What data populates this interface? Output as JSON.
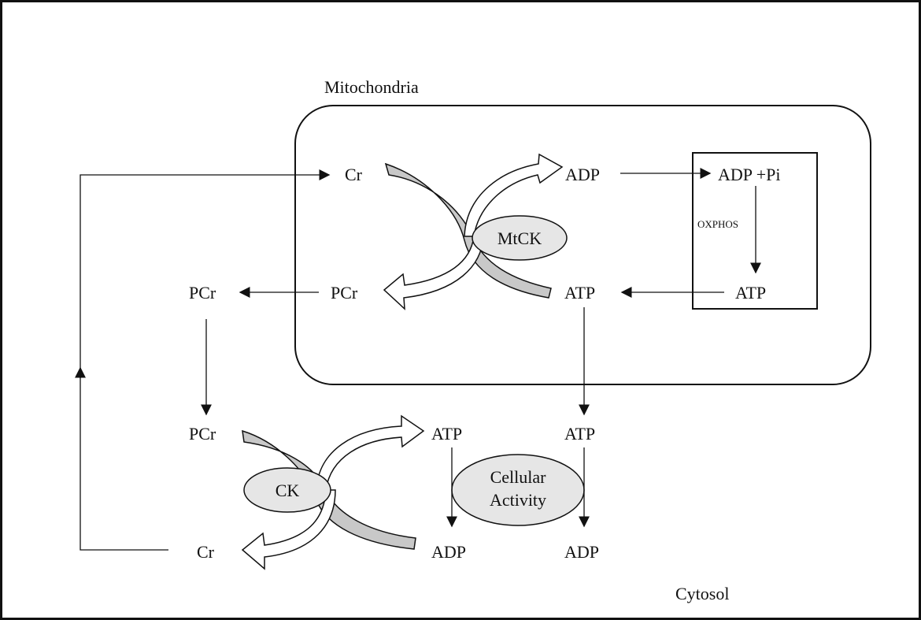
{
  "labels": {
    "mitochondria": "Mitochondria",
    "cytosol": "Cytosol",
    "cr_mito": "Cr",
    "adp_mito": "ADP",
    "adp_pi": "ADP +Pi",
    "oxphos": "OXPHOS",
    "atp_box": "ATP",
    "atp_mito": "ATP",
    "pcr_mito": "PCr",
    "pcr_outer": "PCr",
    "enzyme_mtck": "MtCK",
    "pcr_cyto": "PCr",
    "cr_cyto": "Cr",
    "enzyme_ck": "CK",
    "atp_cyto_left": "ATP",
    "adp_cyto_left": "ADP",
    "atp_cyto_right": "ATP",
    "adp_cyto_right": "ADP",
    "activity_line1": "Cellular",
    "activity_line2": "Activity"
  },
  "colors": {
    "stroke": "#111111",
    "enzyme_fill": "#e6e6e6",
    "gray_band": "#c8c8c8",
    "background": "#ffffff"
  }
}
